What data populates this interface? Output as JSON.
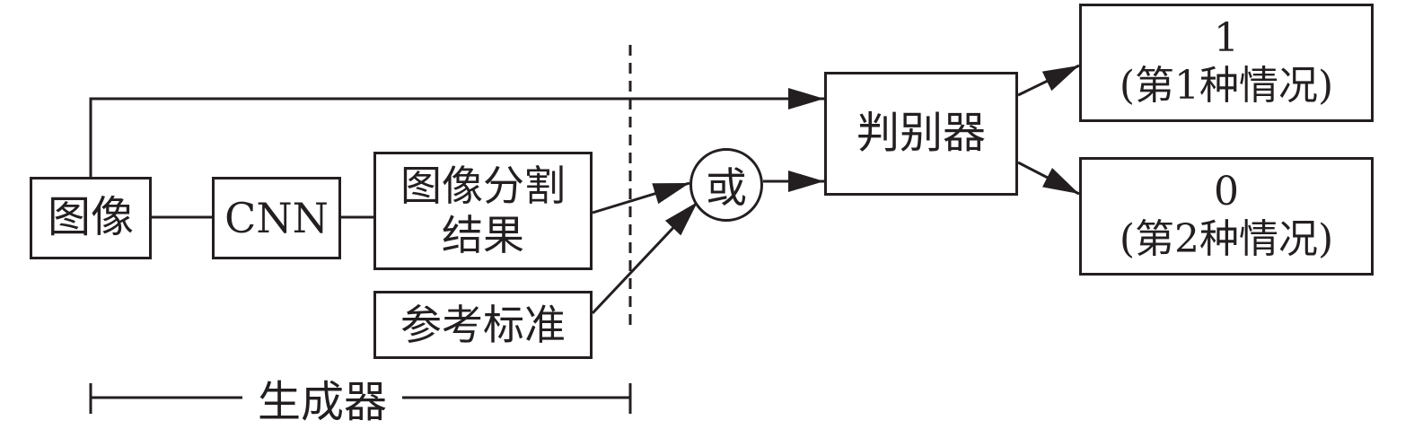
{
  "diagram": {
    "nodes": {
      "image": "图像",
      "cnn": "CNN",
      "seg_line1": "图像分割",
      "seg_line2": "结果",
      "reference": "参考标准",
      "or": "或",
      "discriminator": "判别器",
      "out1_value": "1",
      "out1_desc": "(第1种情况)",
      "out0_value": "0",
      "out0_desc": "(第2种情况)"
    },
    "generator_label": "生成器",
    "edges": [
      {
        "from": "image",
        "to": "cnn"
      },
      {
        "from": "cnn",
        "to": "seg_result"
      },
      {
        "from": "seg_result",
        "to": "or"
      },
      {
        "from": "reference",
        "to": "or"
      },
      {
        "from": "or",
        "to": "discriminator"
      },
      {
        "from": "image",
        "to": "discriminator"
      },
      {
        "from": "discriminator",
        "to": "out1"
      },
      {
        "from": "discriminator",
        "to": "out0"
      }
    ],
    "line_color": "#231f20"
  }
}
